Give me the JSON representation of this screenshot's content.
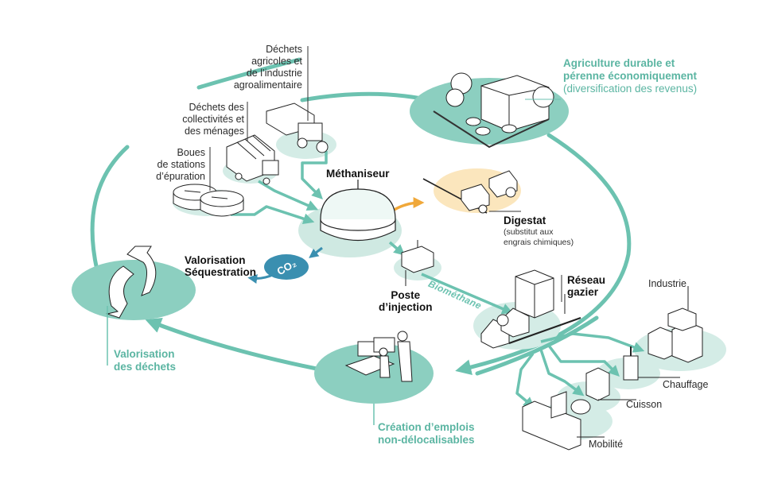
{
  "colors": {
    "teal": "#6cc2b0",
    "teal_light": "#d4ece6",
    "teal_mid": "#8ccfc0",
    "teal_text": "#5bb5a2",
    "orange": "#f0a83a",
    "orange_light": "#fbe6bd",
    "co2_blue": "#3a8fb0",
    "dark": "#111111"
  },
  "inputs": {
    "agricole": "Déchets\nagricoles et\nde l’industrie\nagroalimentaire",
    "collectivites": "Déchets des\ncollectivités et\ndes ménages",
    "boues": "Boues\nde stations\nd’épuration"
  },
  "center": {
    "methaniseur": "Méthaniseur",
    "co2_badge": "CO₂",
    "valorisation_sequestration": "Valorisation\nSéquestration",
    "poste_injection": "Poste\nd’injection",
    "biomethane": "Biométhane",
    "digestat_title": "Digestat",
    "digestat_sub": "(substitut aux\nengrais chimiques)"
  },
  "network": {
    "reseau_gazier": "Réseau\ngazier",
    "uses": [
      "Industrie",
      "Chauffage",
      "Cuisson",
      "Mobilité"
    ]
  },
  "benefits": {
    "agriculture_title": "Agriculture durable et\npérenne économiquement",
    "agriculture_sub": "(diversification des revenus)",
    "valorisation_dechets": "Valorisation\ndes déchets",
    "emplois": "Création d’emplois\nnon-délocalisables"
  }
}
